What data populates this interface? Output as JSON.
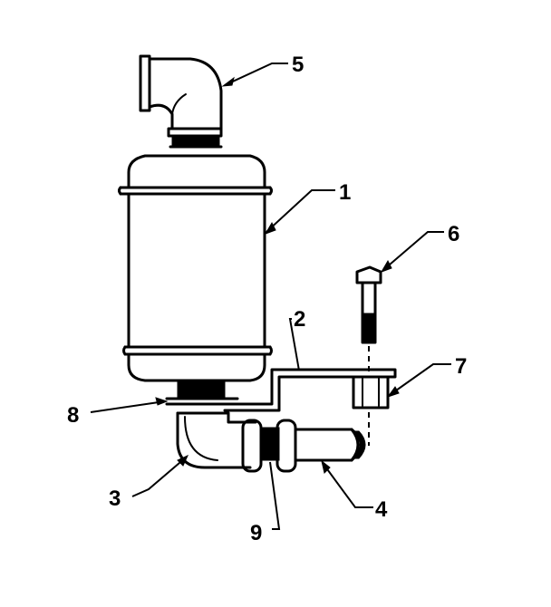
{
  "diagram": {
    "callouts": [
      {
        "id": "part-1",
        "label": "1"
      },
      {
        "id": "part-2",
        "label": "2"
      },
      {
        "id": "part-3",
        "label": "3"
      },
      {
        "id": "part-4",
        "label": "4"
      },
      {
        "id": "part-5",
        "label": "5"
      },
      {
        "id": "part-6",
        "label": "6"
      },
      {
        "id": "part-7",
        "label": "7"
      },
      {
        "id": "part-8",
        "label": "8"
      },
      {
        "id": "part-9",
        "label": "9"
      }
    ],
    "line_color": "#000000",
    "background": "#ffffff"
  }
}
